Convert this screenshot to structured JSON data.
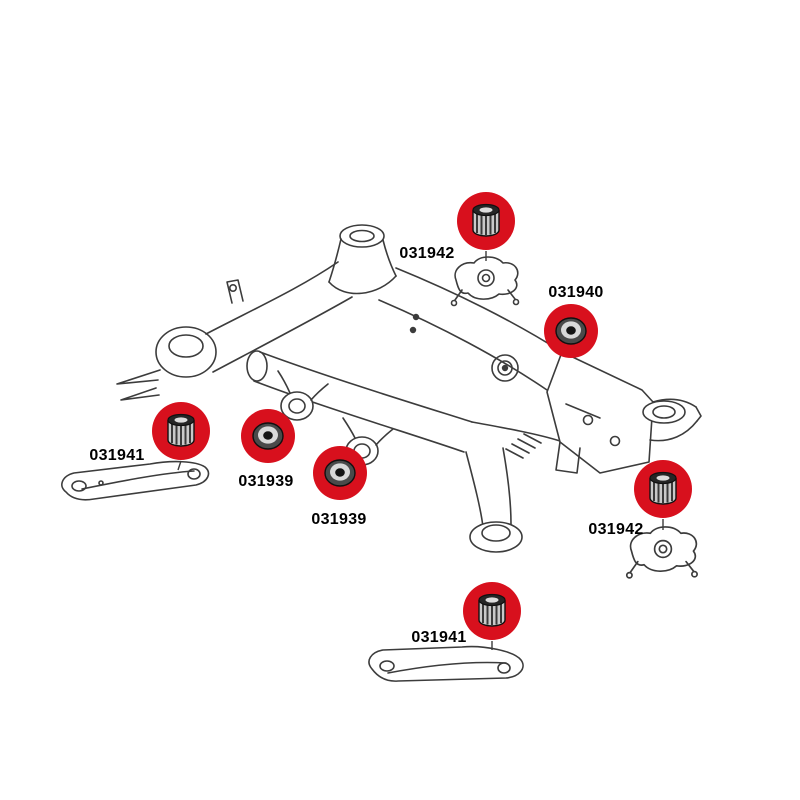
{
  "diagram": {
    "kind": "exploded-parts-diagram",
    "subject": "rear subframe bushing locations",
    "highlight_color": "#d8101d",
    "line_color": "#3c3c3c",
    "background": "#ffffff"
  },
  "parts": [
    {
      "number": "031942",
      "bushing_type": "cylindrical",
      "position": "top"
    },
    {
      "number": "031940",
      "bushing_type": "round",
      "position": "upper-right"
    },
    {
      "number": "031941",
      "bushing_type": "cylindrical",
      "position": "left"
    },
    {
      "number": "031939",
      "bushing_type": "round",
      "position": "mid-left"
    },
    {
      "number": "031939",
      "bushing_type": "round",
      "position": "mid-center"
    },
    {
      "number": "031942",
      "bushing_type": "cylindrical",
      "position": "right"
    },
    {
      "number": "031941",
      "bushing_type": "cylindrical",
      "position": "bottom"
    }
  ]
}
